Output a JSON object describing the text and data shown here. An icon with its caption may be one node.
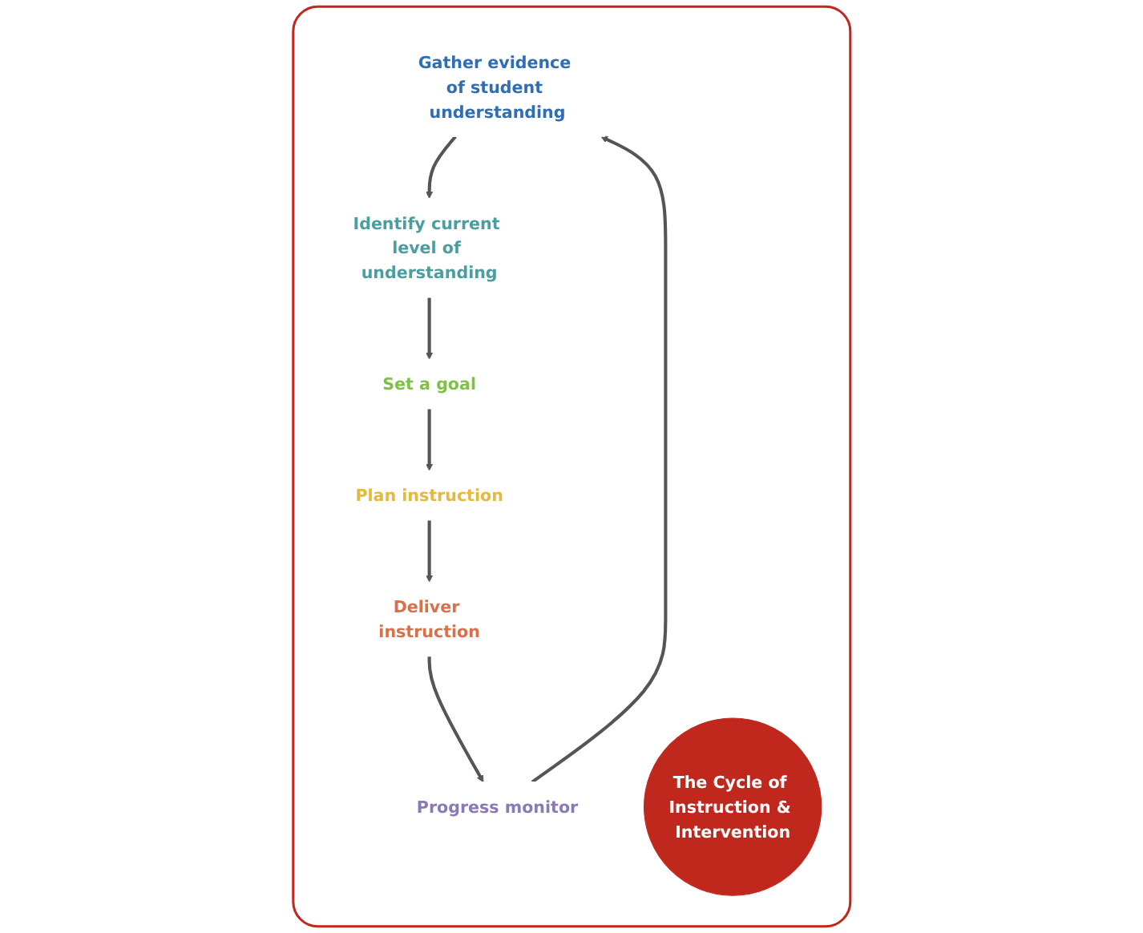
{
  "diagram": {
    "nodes": [
      {
        "text": [],
        "shape": "box"
      },
      {
        "text": [
          "Gather evidence of student understanding"
        ],
        "in": 0
      },
      {
        "text": [
          "Identify current level of understanding"
        ],
        "in": 0
      },
      {
        "text": [
          "Set a goal"
        ],
        "in": 0
      },
      {
        "text": [
          "Plan instruction"
        ],
        "in": 0
      },
      {
        "text": [
          "Deliver instruction"
        ],
        "in": 0
      },
      {
        "text": [
          "Progress monitor"
        ],
        "in": 0
      },
      {
        "text": [
          "The Cycle of Instruction & Intervention"
        ],
        "in": 0
      }
    ],
    "edges": [
      {
        "from": 1,
        "to": 2,
        "arrow": "to"
      },
      {
        "from": 2,
        "to": 3,
        "arrow": "to"
      },
      {
        "from": 3,
        "to": 4,
        "arrow": "to"
      },
      {
        "from": 4,
        "to": 5,
        "arrow": "to"
      },
      {
        "from": 5,
        "to": 6,
        "arrow": "to"
      },
      {
        "from": 6,
        "to": 1,
        "arrow": "to"
      }
    ]
  }
}
